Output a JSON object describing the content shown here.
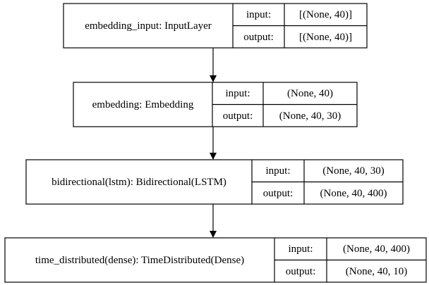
{
  "layers": [
    {
      "name": "embedding_input: InputLayer",
      "input_label": "input:",
      "input_value": "[(None, 40)]",
      "output_label": "output:",
      "output_value": "[(None, 40)]"
    },
    {
      "name": "embedding: Embedding",
      "input_label": "input:",
      "input_value": "(None, 40)",
      "output_label": "output:",
      "output_value": "(None, 40, 30)"
    },
    {
      "name": "bidirectional(lstm): Bidirectional(LSTM)",
      "input_label": "input:",
      "input_value": "(None, 40, 30)",
      "output_label": "output:",
      "output_value": "(None, 40, 400)"
    },
    {
      "name": "time_distributed(dense): TimeDistributed(Dense)",
      "input_label": "input:",
      "input_value": "(None, 40, 400)",
      "output_label": "output:",
      "output_value": "(None, 40, 10)"
    }
  ]
}
